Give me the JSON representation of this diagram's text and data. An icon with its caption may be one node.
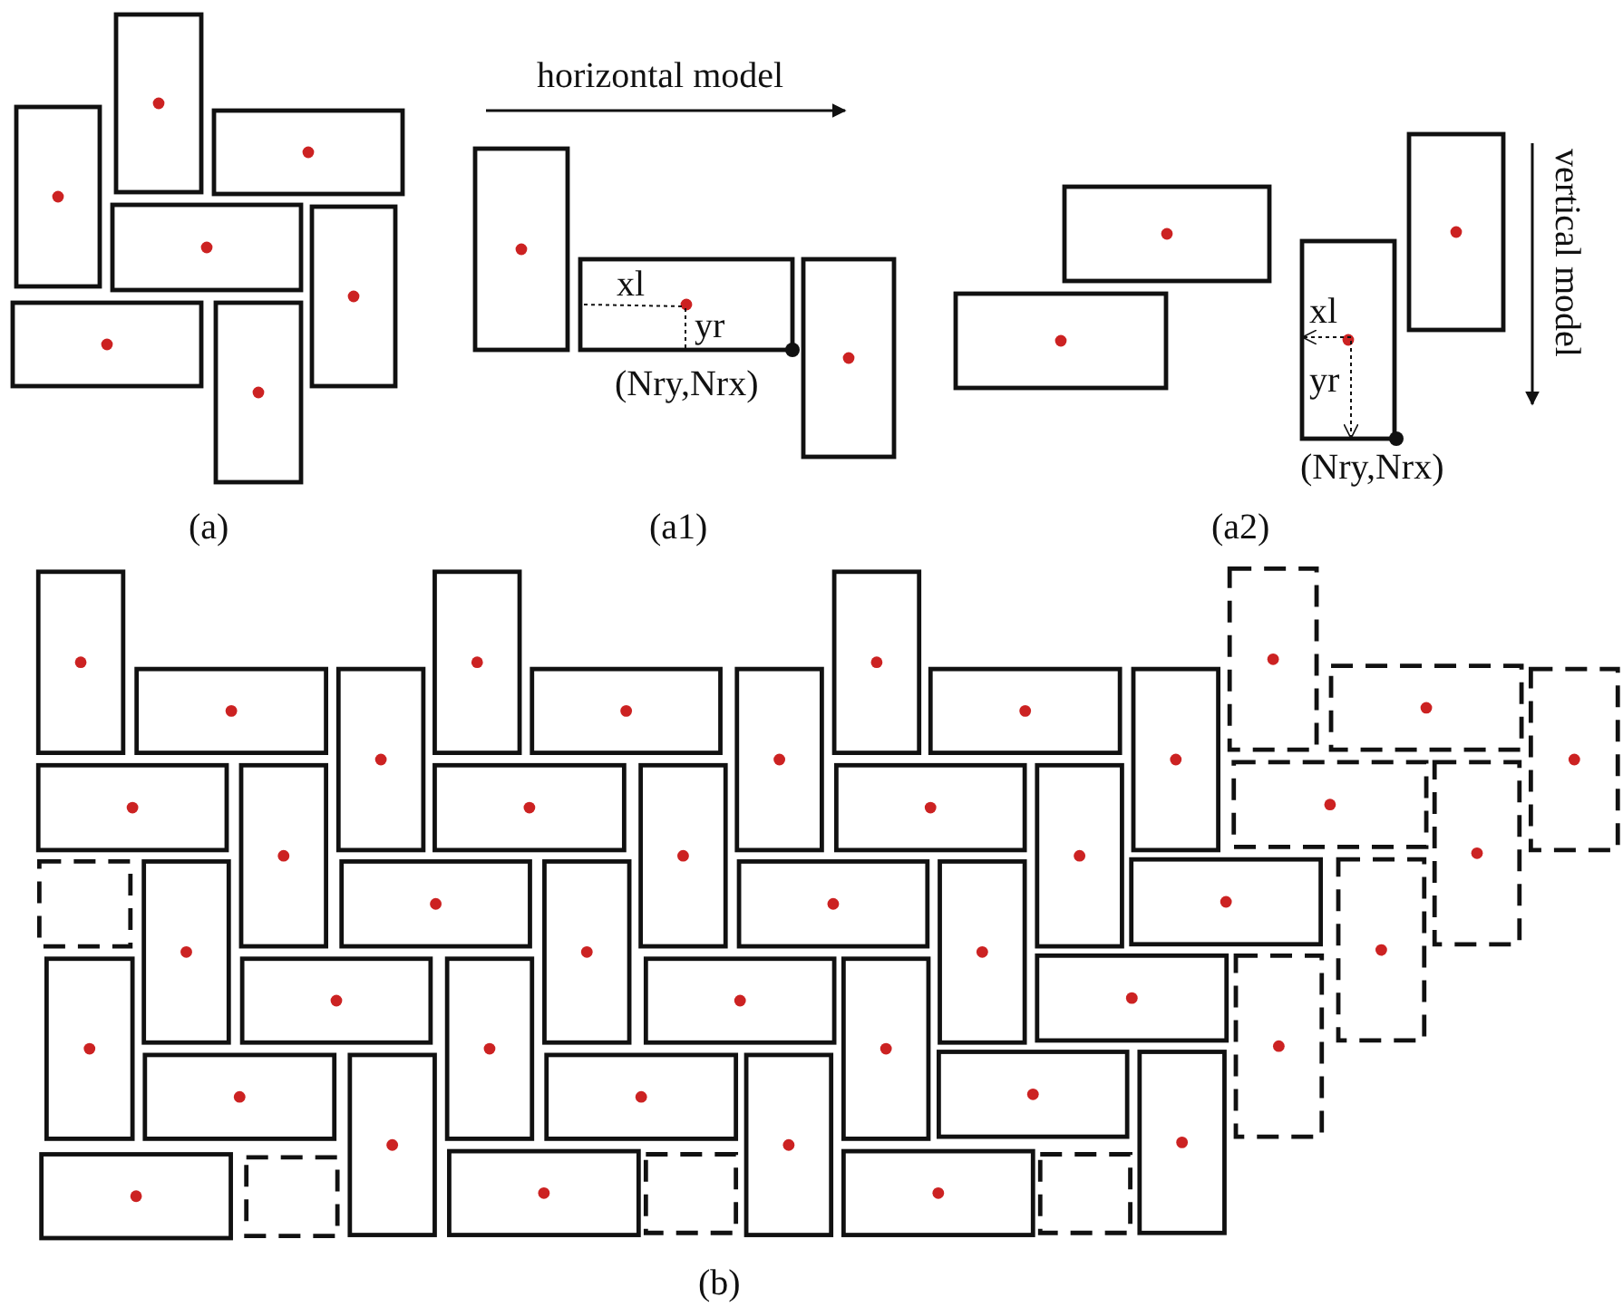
{
  "diagram": {
    "labels": [
      "horizontal model",
      "vertical model",
      "xl",
      "yr",
      "(Nry,Nrx)",
      "xl",
      "yr",
      "(Nry,Nrx)",
      "(a)",
      "(a1)",
      "(a2)",
      "(b)"
    ]
  }
}
